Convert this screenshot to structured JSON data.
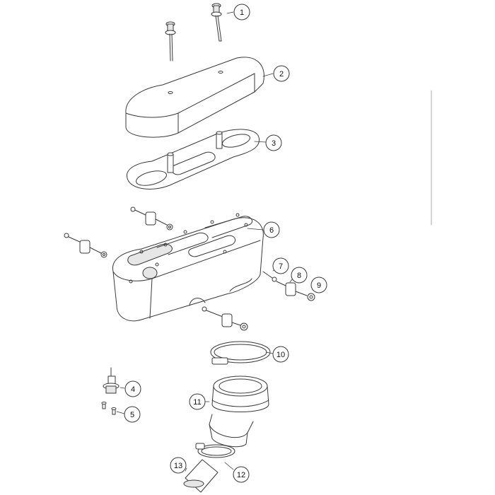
{
  "callouts": [
    {
      "id": "c1",
      "label": "1"
    },
    {
      "id": "c2",
      "label": "2"
    },
    {
      "id": "c3",
      "label": "3"
    },
    {
      "id": "c4",
      "label": "4"
    },
    {
      "id": "c5",
      "label": "5"
    },
    {
      "id": "c6",
      "label": "6"
    },
    {
      "id": "c7",
      "label": "7"
    },
    {
      "id": "c8",
      "label": "8"
    },
    {
      "id": "c9",
      "label": "9"
    },
    {
      "id": "c10",
      "label": "10"
    },
    {
      "id": "c11",
      "label": "11"
    },
    {
      "id": "c12",
      "label": "12"
    },
    {
      "id": "c13",
      "label": "13"
    }
  ],
  "colors": {
    "line": "#3a3a3a",
    "fill": "#ffffff",
    "shade": "#d9d9d9"
  }
}
